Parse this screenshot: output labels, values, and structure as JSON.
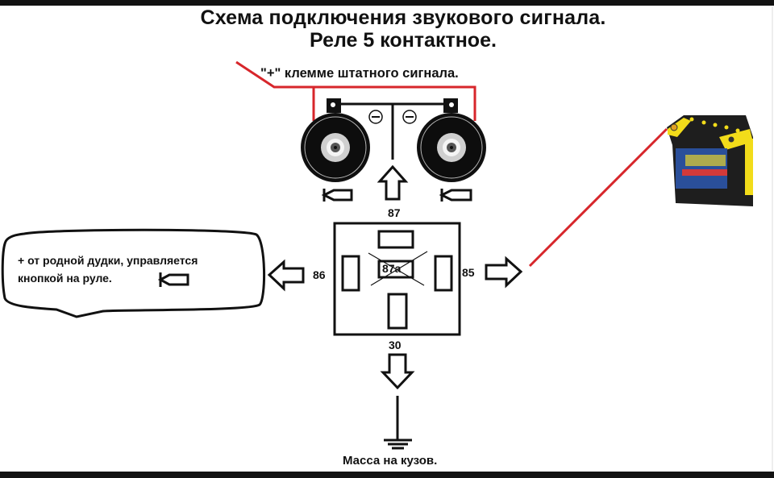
{
  "title": {
    "line1": "Схема подключения звукового сигнала.",
    "line2": "Реле 5 контактное."
  },
  "annotations": {
    "horn_plus": "\"+\" клемме штатного сигнала.",
    "bubble_line1": "+ от родной дудки, управляется",
    "bubble_line2": "кнопкой на руле.",
    "ground": "Масса на кузов."
  },
  "relay": {
    "pins": {
      "p87": "87",
      "p86": "86",
      "p85": "85",
      "p30": "30",
      "p87a": "87a"
    },
    "disabled_pin": "87a"
  },
  "horns": {
    "left": {
      "minus_symbol": "−"
    },
    "right": {
      "minus_symbol": "−"
    }
  },
  "colors": {
    "wire_positive": "#d7262b",
    "line": "#111111",
    "battery_yellow": "#f2dc1a",
    "battery_body": "#1e1e1e"
  }
}
